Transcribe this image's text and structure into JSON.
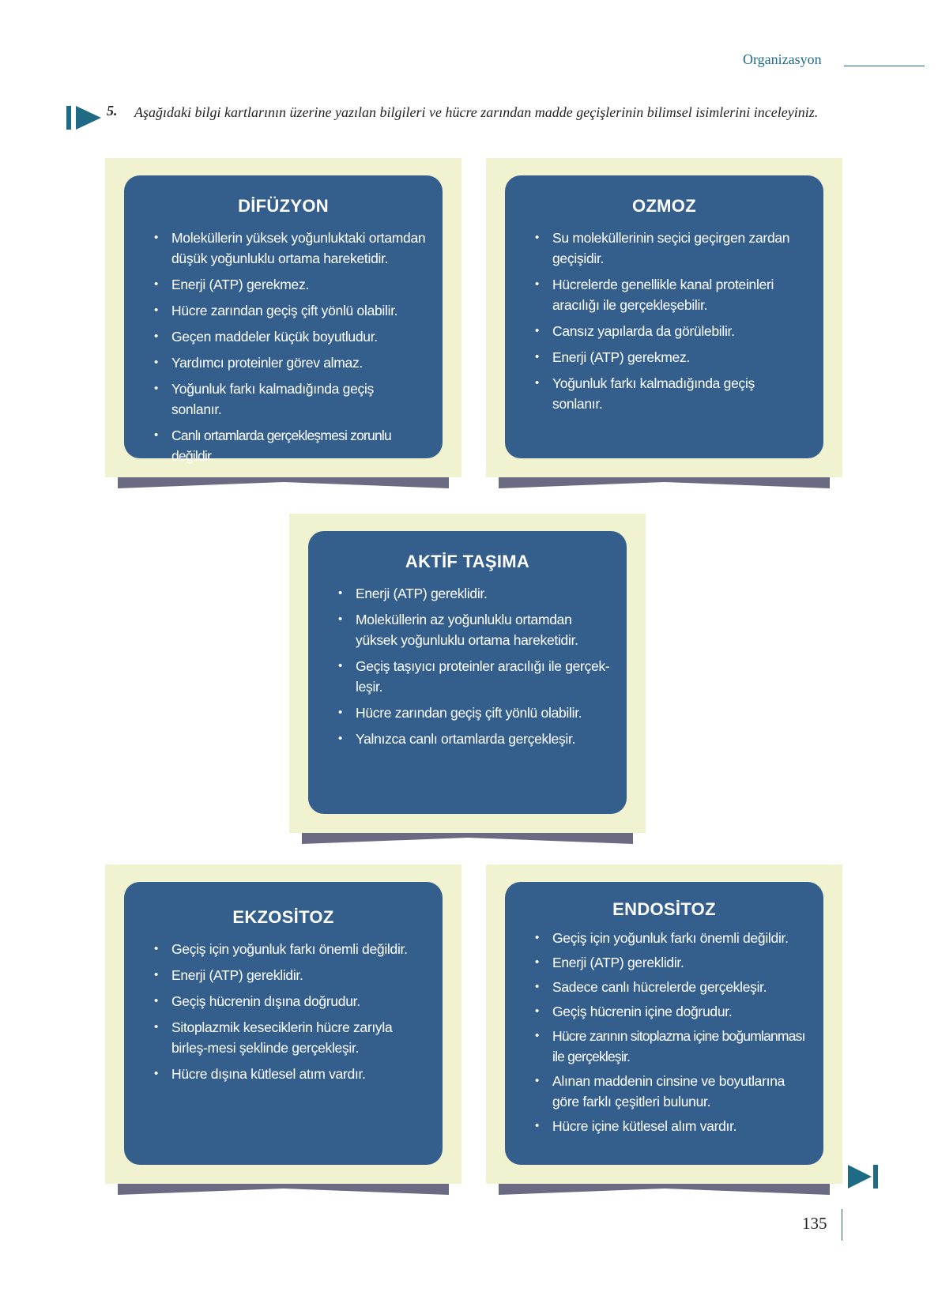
{
  "header": {
    "title": "Organizasyon"
  },
  "question": {
    "number": "5.",
    "text": "Aşağıdaki bilgi kartlarının üzerine yazılan bilgileri ve hücre zarından madde geçişlerinin bilimsel isimlerini inceleyiniz."
  },
  "cards": [
    {
      "title": "DİFÜZYON",
      "items": [
        "Moleküllerin yüksek yoğunluktaki ortamdan düşük yoğunluklu ortama hareketidir.",
        "Enerji (ATP) gerekmez.",
        "Hücre zarından geçiş çift yönlü olabilir.",
        "Geçen maddeler küçük boyutludur.",
        "Yardımcı proteinler görev almaz.",
        "Yoğunluk farkı kalmadığında geçiş sonlanır.",
        "Canlı ortamlarda gerçekleşmesi zorunlu değildir."
      ]
    },
    {
      "title": "OZMOZ",
      "items": [
        "Su moleküllerinin seçici geçirgen zardan geçişidir.",
        "Hücrelerde genellikle kanal proteinleri aracılığı ile gerçekleşebilir.",
        "Cansız yapılarda da görülebilir.",
        "Enerji (ATP) gerekmez.",
        "Yoğunluk farkı kalmadığında geçiş sonlanır."
      ]
    },
    {
      "title": "AKTİF TAŞIMA",
      "items": [
        "Enerji (ATP) gereklidir.",
        "Moleküllerin az yoğunluklu ortamdan yüksek yoğunluklu ortama hareketidir.",
        "Geçiş taşıyıcı proteinler aracılığı ile gerçek-leşir.",
        "Hücre zarından geçiş çift yönlü olabilir.",
        "Yalnızca canlı ortamlarda gerçekleşir."
      ]
    },
    {
      "title": "EKZOSİTOZ",
      "items": [
        "Geçiş için yoğunluk farkı önemli değildir.",
        "Enerji (ATP) gereklidir.",
        "Geçiş hücrenin dışına doğrudur.",
        "Sitoplazmik keseciklerin hücre zarıyla birleş-mesi şeklinde gerçekleşir.",
        "Hücre dışına kütlesel atım vardır."
      ]
    },
    {
      "title": "ENDOSİTOZ",
      "items": [
        "Geçiş için yoğunluk farkı önemli değildir.",
        "Enerji (ATP) gereklidir.",
        "Sadece canlı hücrelerde gerçekleşir.",
        "Geçiş hücrenin içine doğrudur.",
        "Hücre zarının sitoplazma içine boğumlanması ile gerçekleşir.",
        "Alınan maddenin cinsine ve boyutlarına göre farklı çeşitleri bulunur.",
        "Hücre içine kütlesel alım vardır."
      ]
    }
  ],
  "footer": {
    "page_number": "135"
  },
  "colors": {
    "card_blue": "#345f8d",
    "card_frame": "#f1f2cf",
    "accent": "#1f6b85"
  }
}
